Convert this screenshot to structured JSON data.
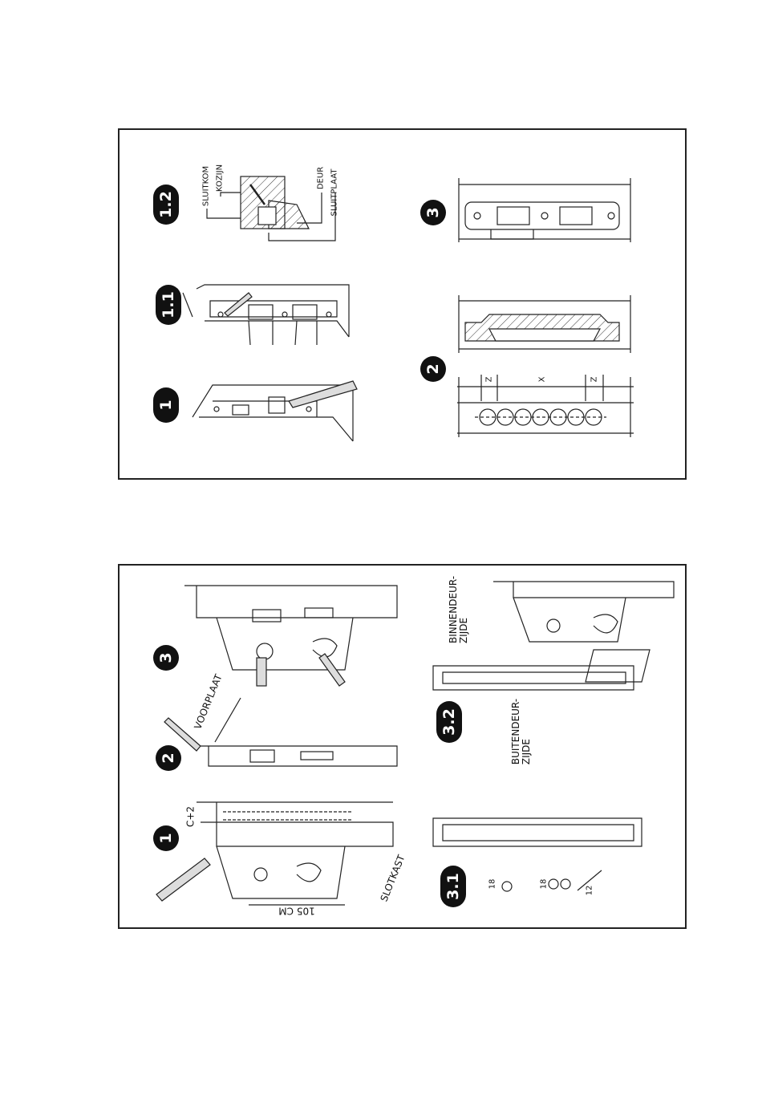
{
  "panel_top": {
    "steps": [
      {
        "badge": "1"
      },
      {
        "badge": "1.1"
      },
      {
        "badge": "1.2",
        "labels": [
          "SLUITKOM",
          "KOZIJN",
          "DEUR",
          "SLUITPLAAT"
        ]
      },
      {
        "badge": "2",
        "labels": [
          "Z",
          "X",
          "Z"
        ]
      },
      {
        "badge": "3"
      }
    ]
  },
  "panel_bottom": {
    "steps": [
      {
        "badge": "1",
        "labels": [
          "C+2",
          "105 CM",
          "SLOTKAST"
        ]
      },
      {
        "badge": "2",
        "labels": [
          "VOORPLAAT"
        ]
      },
      {
        "badge": "3"
      },
      {
        "badge": "3.1",
        "labels": [
          "18",
          "18",
          "12"
        ]
      },
      {
        "badge": "3.2",
        "labels": [
          "BINNENDEUR-\nZIJDE",
          "BUITENDEUR-\nZIJDE"
        ]
      }
    ]
  }
}
